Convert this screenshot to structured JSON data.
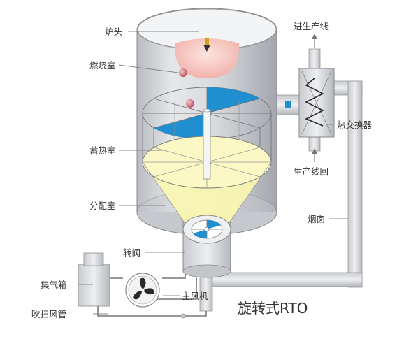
{
  "labels": {
    "burner": "炉头",
    "combustion_chamber": "燃烧室",
    "regenerator": "蓄热室",
    "distribution_chamber": "分配室",
    "rotary_valve": "转阀",
    "gas_collector": "集气箱",
    "main_fan": "主风机",
    "purge_duct": "吹扫风管",
    "to_production_line": "进生产线",
    "heat_exchanger": "热交换器",
    "return_line": "生产线回",
    "chimney": "烟囱"
  },
  "title": "旋转式RTO",
  "colors": {
    "shell": "#d4d6da",
    "shell_dark": "#a9adb3",
    "flame": "#f7c9c4",
    "sector_blue": "#1f8fd0",
    "yellow": "#fbf7b0",
    "line": "#8a8a8a"
  }
}
